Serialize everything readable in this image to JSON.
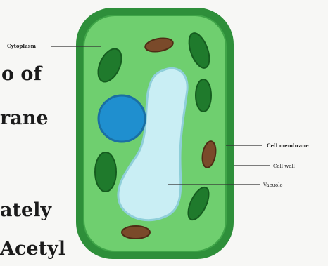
{
  "background_text": {
    "line1": "o of",
    "line2": "rane",
    "line3": "ately",
    "line4": "Acetyl"
  },
  "labels": {
    "cytoplasm": "Cytoplasm",
    "cell_membrane": "Cell membrane",
    "cell_wall": "Cell wall",
    "vacuole": "Vacuole"
  },
  "colors": {
    "cell_wall": "#2e8f3a",
    "cytoplasm": "#6fcf6f",
    "chloroplast": "#1f7a2c",
    "vacuole": "#c9eef4",
    "nucleus": "#1f8fcf",
    "mitochondria": "#7a4a2a"
  }
}
